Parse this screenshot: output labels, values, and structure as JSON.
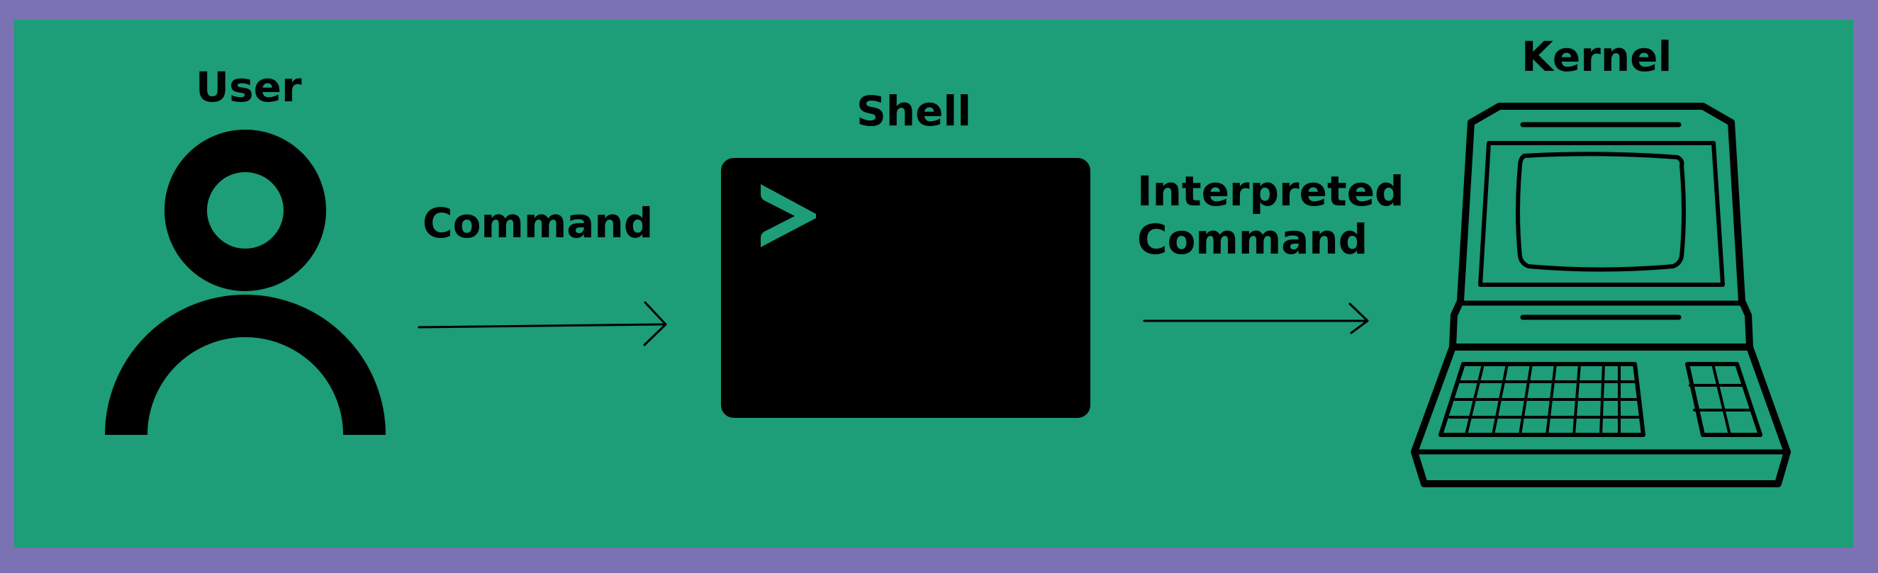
{
  "colors": {
    "frame": "#7a72b2",
    "background": "#1d9d78",
    "ink": "#000000"
  },
  "nodes": {
    "user": {
      "label": "User",
      "icon": "user-icon"
    },
    "shell": {
      "label": "Shell",
      "icon": "terminal-icon"
    },
    "kernel": {
      "label": "Kernel",
      "icon": "computer-icon"
    }
  },
  "edges": {
    "command": {
      "label": "Command"
    },
    "interpreted": {
      "label_line1": "Interpreted",
      "label_line2": "Command"
    }
  }
}
